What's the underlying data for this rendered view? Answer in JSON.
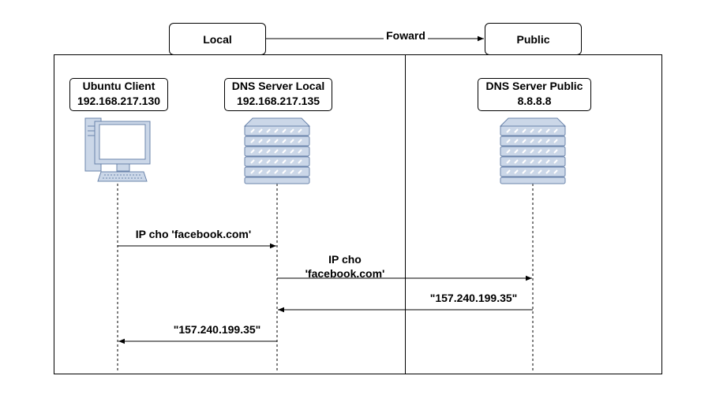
{
  "zones": {
    "local_label": "Local",
    "public_label": "Public",
    "forward_label": "Foward"
  },
  "actors": {
    "client": {
      "name": "Ubuntu Client",
      "ip": "192.168.217.130",
      "icon": "desktop-computer-icon"
    },
    "dns_local": {
      "name": "DNS Server Local",
      "ip": "192.168.217.135",
      "icon": "server-rack-icon"
    },
    "dns_public": {
      "name": "DNS Server Public",
      "ip": "8.8.8.8",
      "icon": "server-rack-icon"
    }
  },
  "messages": {
    "m1": "IP cho 'facebook.com'",
    "m2_line1": "IP cho",
    "m2_line2": "'facebook.com'",
    "m3": "\"157.240.199.35\"",
    "m4": "\"157.240.199.35\""
  },
  "colors": {
    "icon_fill": "#cbd7e8",
    "icon_stroke": "#6b84ab",
    "screen_fill": "#ffffff"
  }
}
